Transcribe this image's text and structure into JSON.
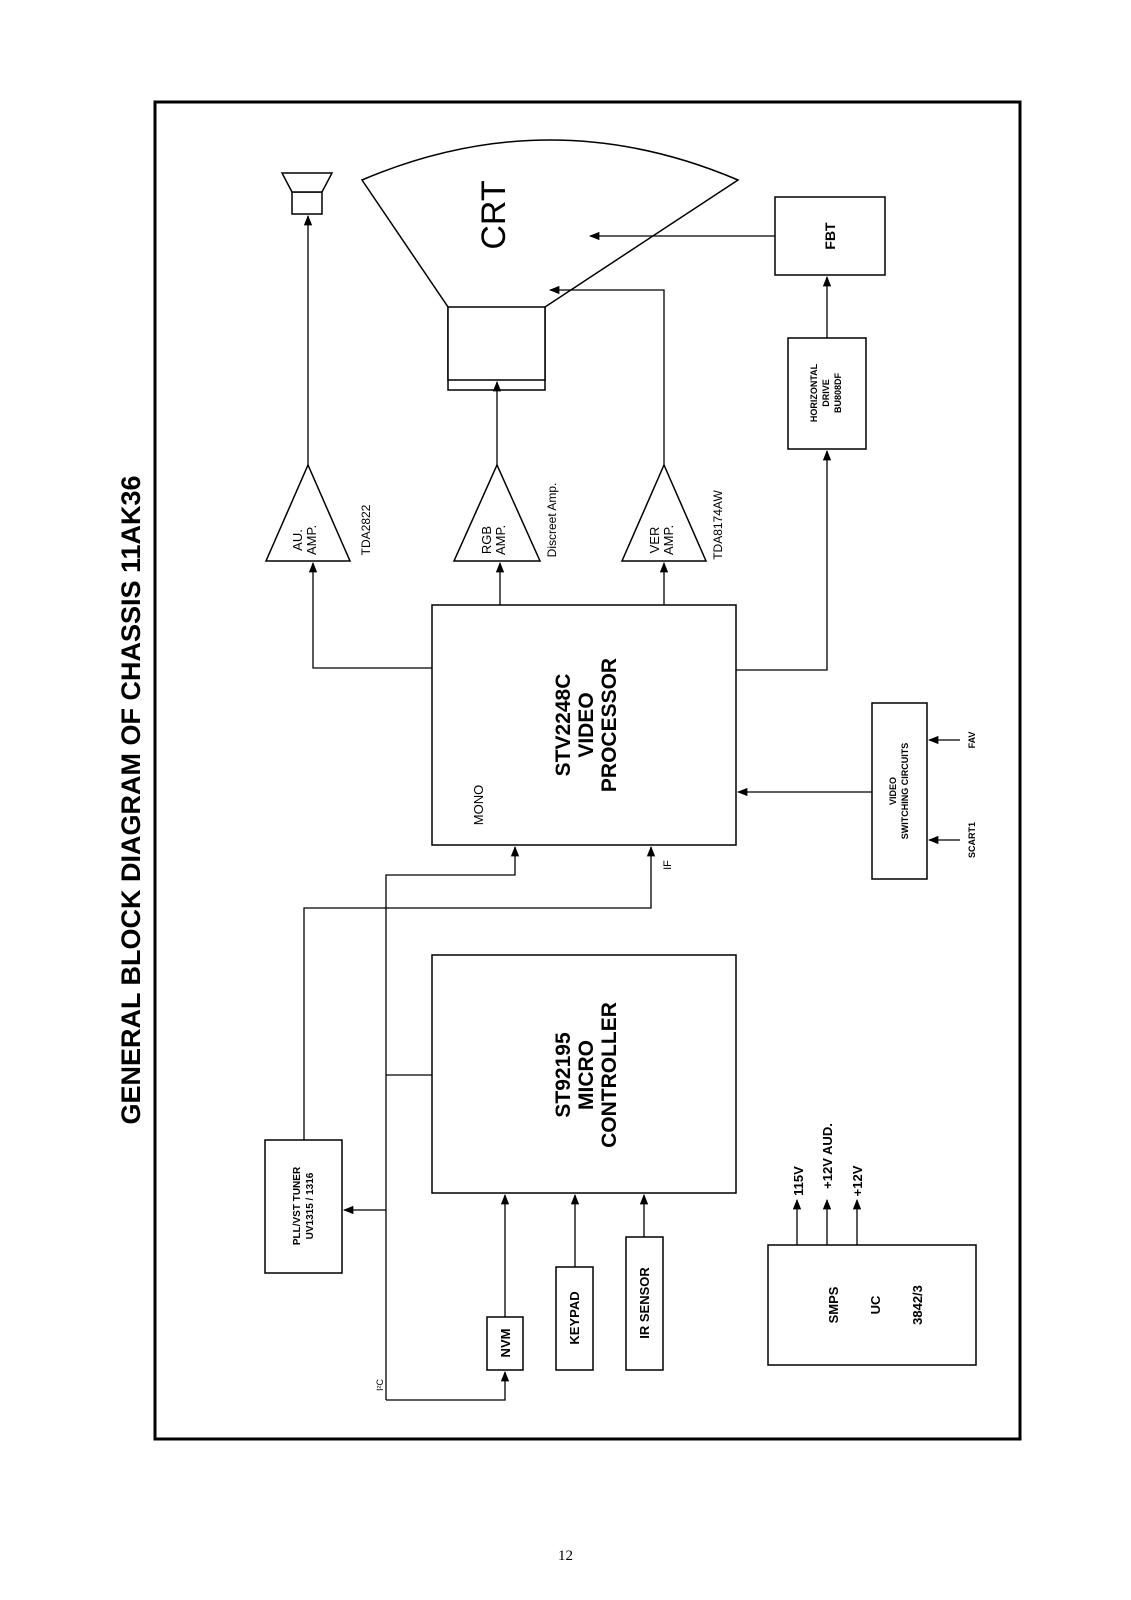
{
  "title": "GENERAL BLOCK DIAGRAM OF CHASSIS 11AK36",
  "page_number": "12",
  "blocks": {
    "crt": "CRT",
    "fbt": "FBT",
    "horizontal_drive": [
      "HORIZONTAL",
      "DRIVE",
      "BU808DF"
    ],
    "video_processor": [
      "STV2248C",
      "VIDEO",
      "PROCESSOR"
    ],
    "micro_controller": [
      "ST92195",
      "MICRO",
      "CONTROLLER"
    ],
    "tuner": [
      "PLL/VST TUNER",
      "UV1315 / 1316"
    ],
    "video_switching": [
      "VIDEO",
      "SWITCHING CIRCUITS"
    ],
    "nvm": "NVM",
    "keypad": "KEYPAD",
    "ir_sensor": "IR SENSOR",
    "smps": [
      "SMPS",
      "UC",
      "3842/3"
    ]
  },
  "amplifiers": {
    "audio": {
      "label": [
        "AU.",
        "AMP."
      ],
      "part": "TDA2822"
    },
    "rgb": {
      "label": [
        "RGB",
        "AMP."
      ],
      "part": "Discreet Amp."
    },
    "vertical": {
      "label": [
        "VER",
        "AMP."
      ],
      "part": "TDA8174AW"
    }
  },
  "signals": {
    "mono": "MONO",
    "if": "IF",
    "i2c": "I²C",
    "scart": "SCART1",
    "fav": "FAV",
    "v115": "115V",
    "v12aud": "+12V AUD.",
    "v12": "+12V"
  }
}
